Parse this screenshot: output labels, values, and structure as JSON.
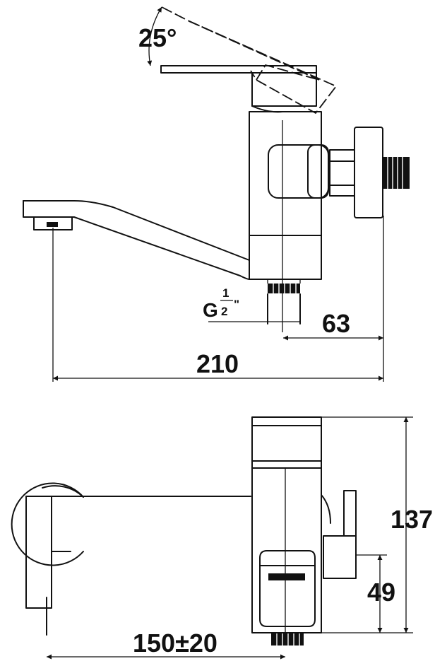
{
  "labels": {
    "angle": "25°",
    "thread_g": "G",
    "thread_num": "1",
    "thread_den": "2",
    "thread_mark": "\"",
    "dim_spacing": "63",
    "dim_length": "210",
    "dim_height": "137",
    "dim_offset": "49",
    "dim_center": "150±20"
  }
}
